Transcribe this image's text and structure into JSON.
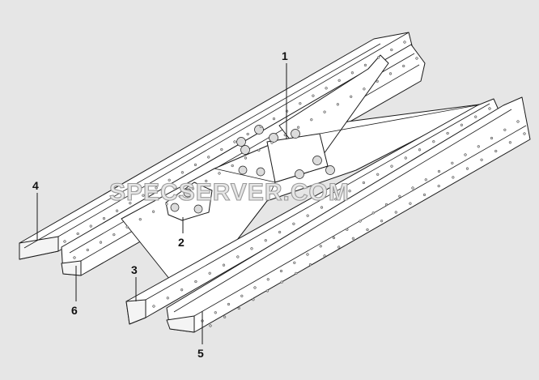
{
  "watermark": "SPECSERVER.COM",
  "callouts": [
    {
      "id": "1",
      "label": "1"
    },
    {
      "id": "2",
      "label": "2"
    },
    {
      "id": "3",
      "label": "3"
    },
    {
      "id": "4",
      "label": "4"
    },
    {
      "id": "5",
      "label": "5"
    },
    {
      "id": "6",
      "label": "6"
    }
  ]
}
